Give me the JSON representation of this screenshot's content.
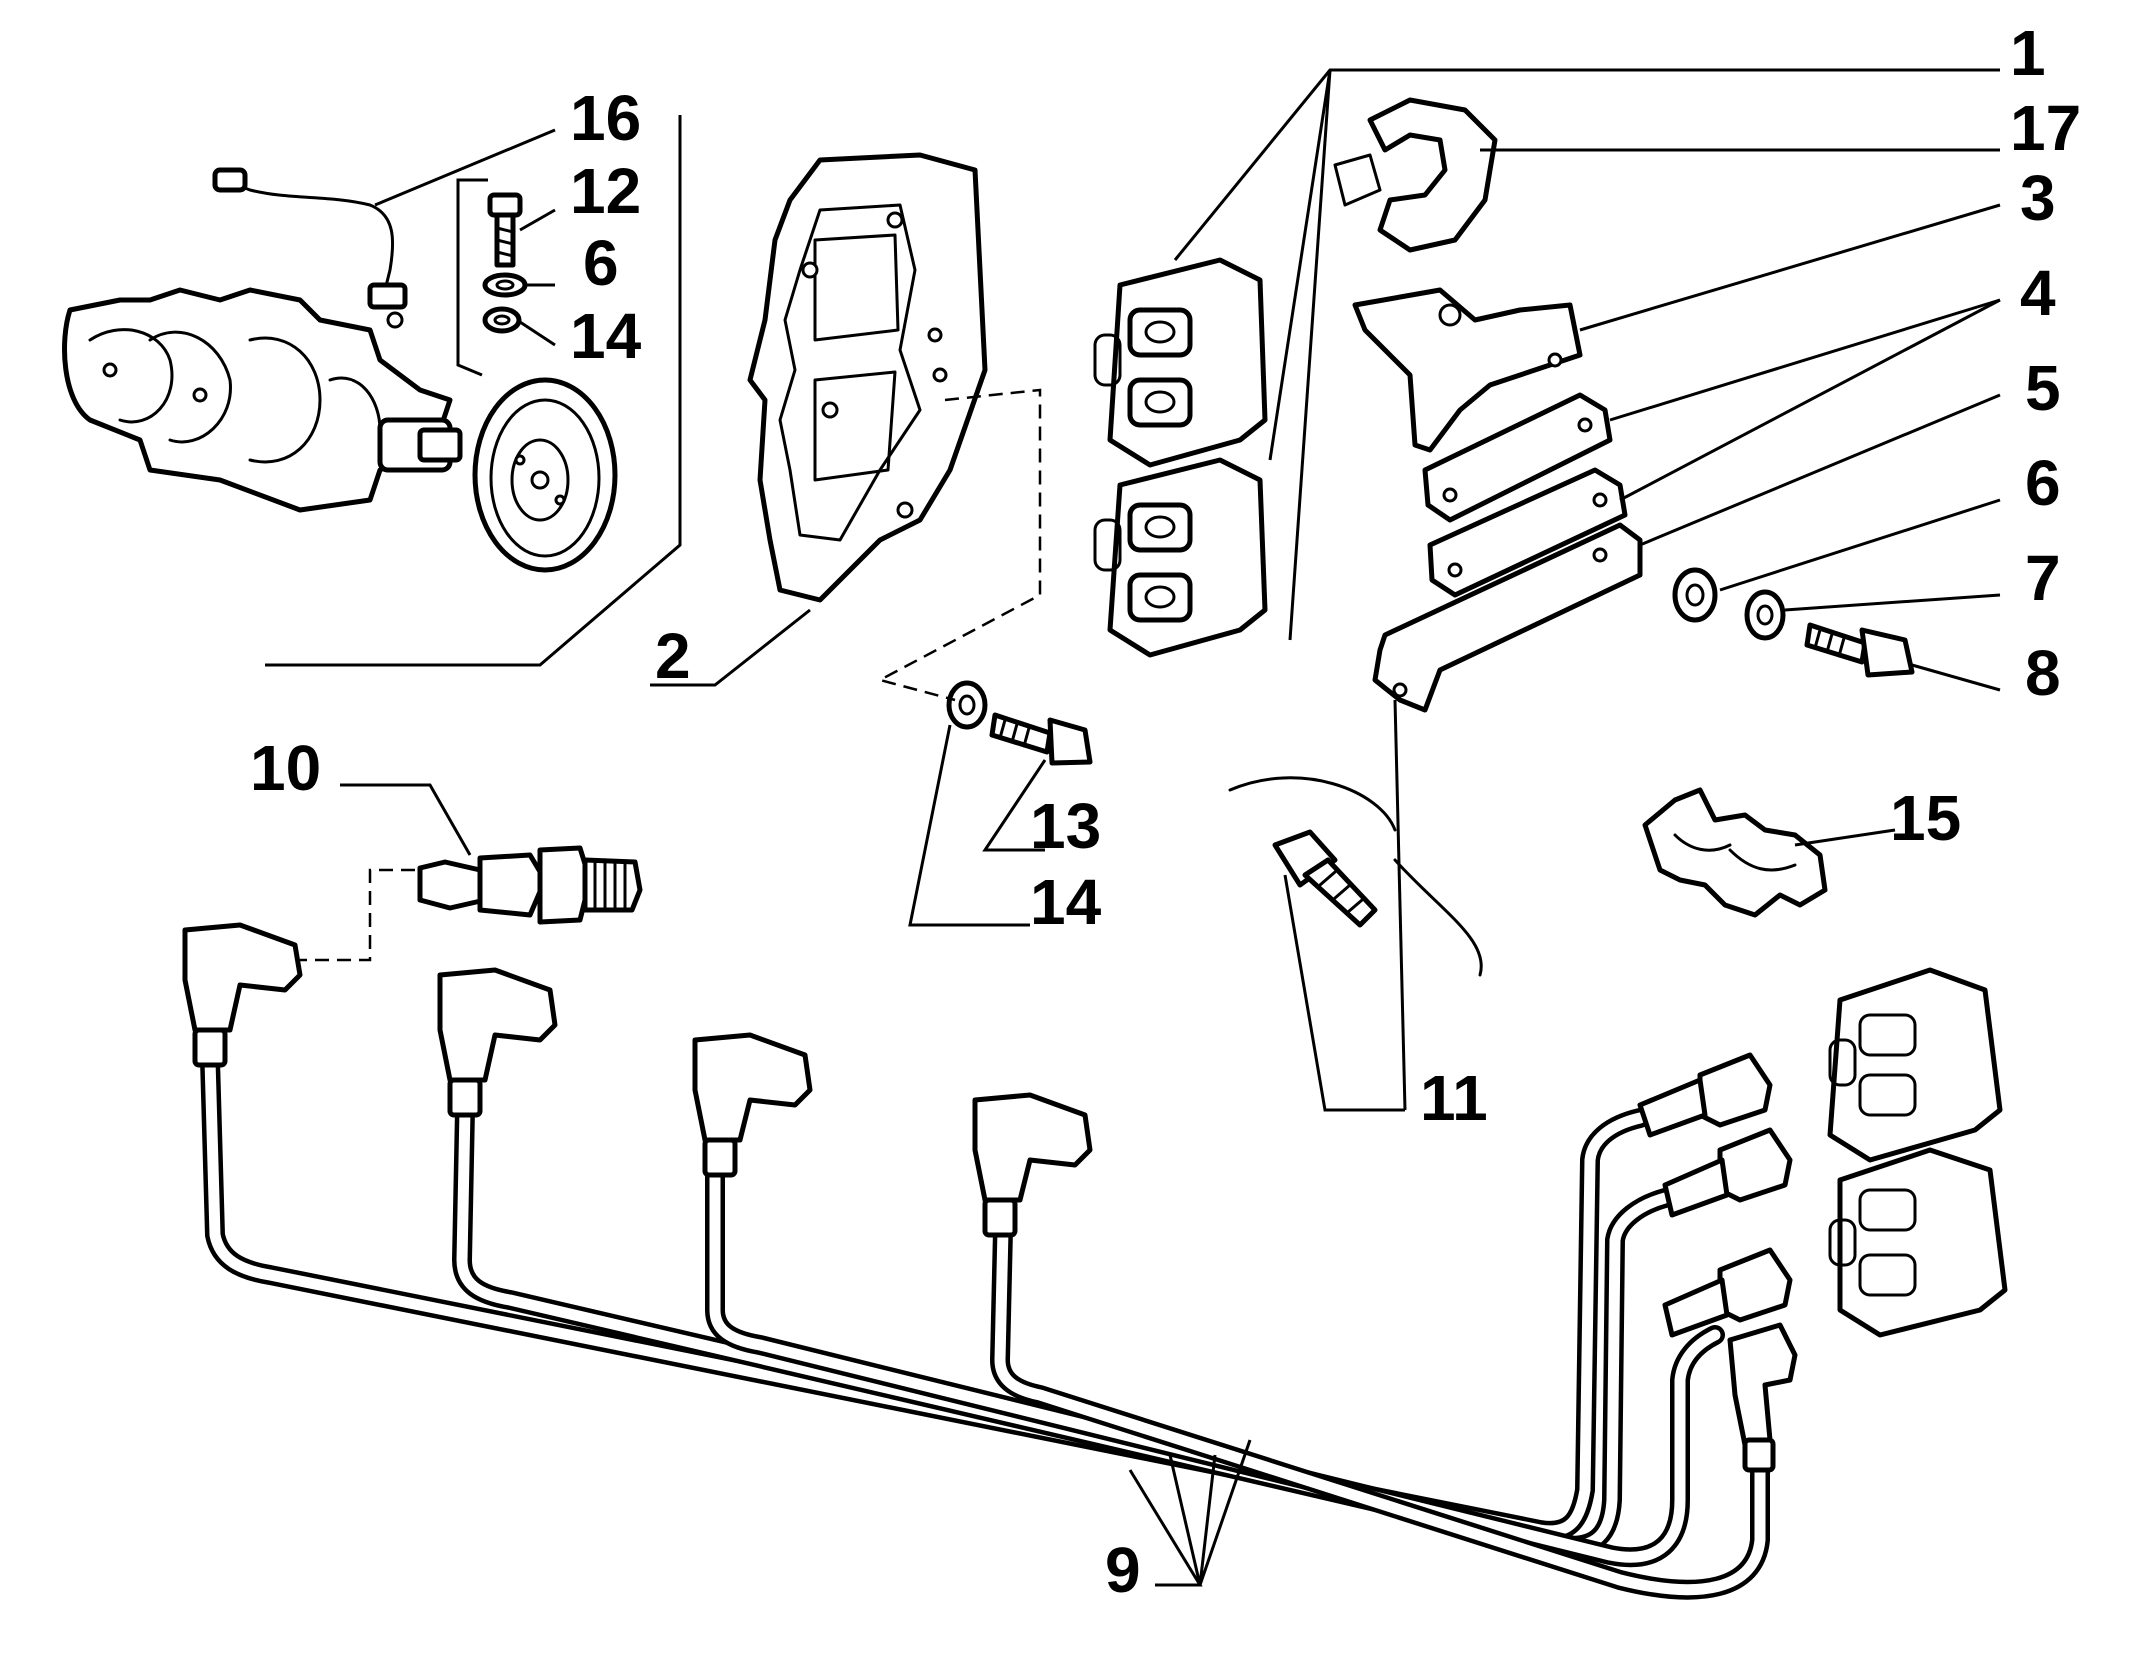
{
  "diagram": {
    "callouts": {
      "c1": "1",
      "c17": "17",
      "c3": "3",
      "c4": "4",
      "c5": "5",
      "c6a": "6",
      "c7": "7",
      "c8": "8",
      "c16": "16",
      "c12": "12",
      "c6b": "6",
      "c14a": "14",
      "c2": "2",
      "c10": "10",
      "c13": "13",
      "c14b": "14",
      "c15": "15",
      "c11": "11",
      "c9": "9"
    }
  }
}
